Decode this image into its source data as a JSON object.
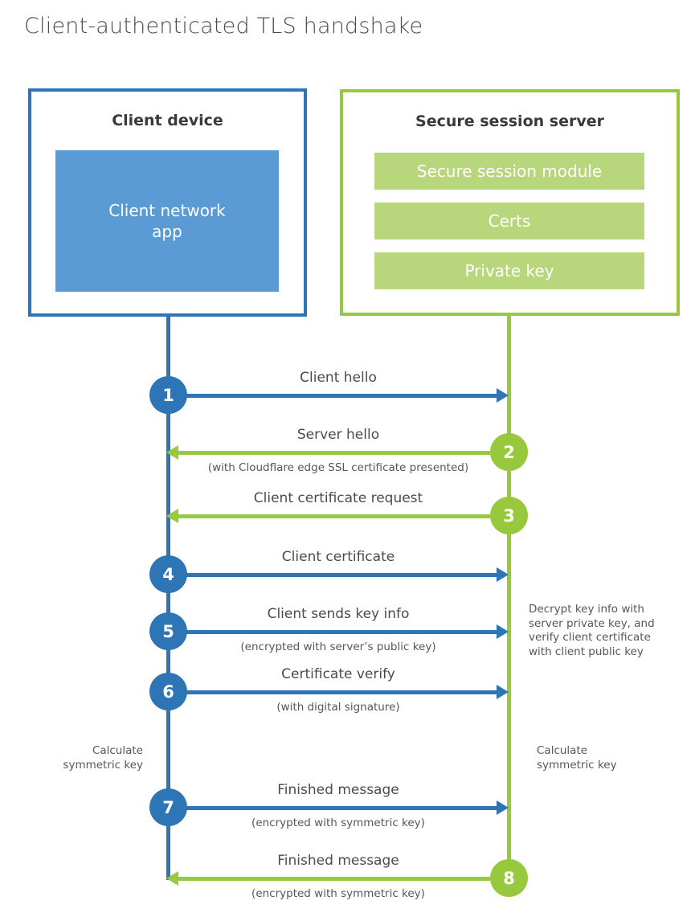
{
  "title": "Client-authenticated TLS handshake",
  "colors": {
    "blue": "#2e75b5",
    "blue-light": "#5b9bd5",
    "green": "#97c83d",
    "green-light": "#b8d67c"
  },
  "client": {
    "title": "Client device",
    "app_label": "Client network app"
  },
  "server": {
    "title": "Secure session server",
    "modules": [
      "Secure session module",
      "Certs",
      "Private key"
    ]
  },
  "messages": [
    {
      "step": "1",
      "label": "Client hello",
      "sublabel": "",
      "from": "client",
      "to": "server"
    },
    {
      "step": "2",
      "label": "Server hello",
      "sublabel": "(with Cloudflare edge SSL certificate presented)",
      "from": "server",
      "to": "client"
    },
    {
      "step": "3",
      "label": "Client certificate request",
      "sublabel": "",
      "from": "server",
      "to": "client"
    },
    {
      "step": "4",
      "label": "Client certificate",
      "sublabel": "",
      "from": "client",
      "to": "server"
    },
    {
      "step": "5",
      "label": "Client sends key info",
      "sublabel": "(encrypted with server’s public key)",
      "from": "client",
      "to": "server"
    },
    {
      "step": "6",
      "label": "Certificate verify",
      "sublabel": "(with digital signature)",
      "from": "client",
      "to": "server"
    },
    {
      "step": "7",
      "label": "Finished message",
      "sublabel": "(encrypted with symmetric key)",
      "from": "client",
      "to": "server"
    },
    {
      "step": "8",
      "label": "Finished message",
      "sublabel": "(encrypted with symmetric key)",
      "from": "server",
      "to": "client"
    }
  ],
  "notes": {
    "decrypt_note": "Decrypt key info with server private key, and verify client certificate with client public key",
    "calculate_left": "Calculate symmetric key",
    "calculate_right": "Calculate symmetric key"
  }
}
